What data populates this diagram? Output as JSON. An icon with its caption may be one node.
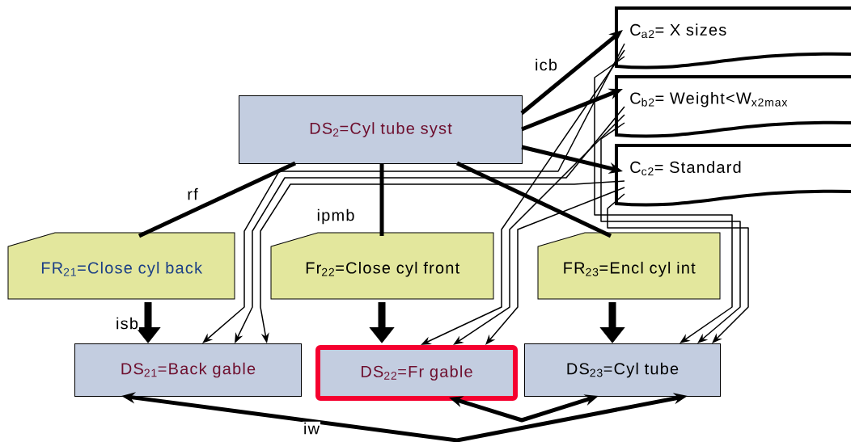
{
  "diagram": {
    "nodes": [
      {
        "text": [
          "DS$_{2}$=Cyl tube syst"
        ]
      },
      {
        "text": [
          "C$_{a2}$= X sizes"
        ]
      },
      {
        "text": [
          "C$_{b2}$= Weight<W$_{x2max}$"
        ]
      },
      {
        "text": [
          "C$_{c2}$= Standard"
        ]
      },
      {
        "text": [
          "FR$_{21}$=Close cyl back"
        ]
      },
      {
        "text": [
          "Fr$_{22}$=Close cyl front"
        ]
      },
      {
        "text": [
          "FR$_{23}$=Encl cyl int"
        ]
      },
      {
        "text": [
          "DS$_{21}$=Back gable"
        ]
      },
      {
        "text": [
          "DS$_{22}$=Fr gable"
        ]
      },
      {
        "text": [
          "DS$_{23}$=Cyl tube"
        ]
      }
    ],
    "edges": [
      {
        "from": 0,
        "to": 1,
        "arrow": "to",
        "label": "icb"
      },
      {
        "from": 0,
        "to": 2,
        "arrow": "to"
      },
      {
        "from": 0,
        "to": 3,
        "arrow": "to"
      },
      {
        "from": 0,
        "to": 4,
        "arrow": "none",
        "label": "rf"
      },
      {
        "from": 0,
        "to": 5,
        "arrow": "none",
        "label": "ipmb"
      },
      {
        "from": 0,
        "to": 6,
        "arrow": "none"
      },
      {
        "from": 4,
        "to": 7,
        "arrow": "to",
        "style": "thick",
        "label": "isb"
      },
      {
        "from": 5,
        "to": 8,
        "arrow": "to",
        "style": "thick"
      },
      {
        "from": 6,
        "to": 9,
        "arrow": "to",
        "style": "thick"
      },
      {
        "from": 1,
        "to": 7,
        "arrow": "to"
      },
      {
        "from": 2,
        "to": 7,
        "arrow": "to"
      },
      {
        "from": 3,
        "to": 7,
        "arrow": "to"
      },
      {
        "from": 1,
        "to": 8,
        "arrow": "to"
      },
      {
        "from": 2,
        "to": 8,
        "arrow": "to"
      },
      {
        "from": 3,
        "to": 8,
        "arrow": "to"
      },
      {
        "from": 1,
        "to": 9,
        "arrow": "to"
      },
      {
        "from": 2,
        "to": 9,
        "arrow": "to"
      },
      {
        "from": 3,
        "to": 9,
        "arrow": "to"
      },
      {
        "from": 7,
        "to": 9,
        "arrow": "both",
        "label": "iw"
      },
      {
        "from": 8,
        "to": 9,
        "arrow": "both"
      }
    ]
  }
}
